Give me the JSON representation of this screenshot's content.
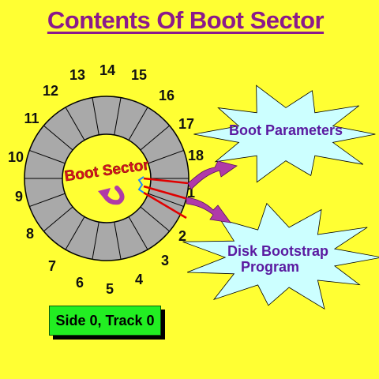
{
  "title": "Contents Of Boot Sector",
  "disk": {
    "center_label": "Boot Sector",
    "sector_numbers": [
      "1",
      "2",
      "3",
      "4",
      "5",
      "6",
      "7",
      "8",
      "9",
      "10",
      "11",
      "12",
      "13",
      "14",
      "15",
      "16",
      "17",
      "18"
    ],
    "track_label": "Side 0, Track 0"
  },
  "callouts": {
    "parameters": "Boot Parameters",
    "bootstrap_line1": "Disk Bootstrap",
    "bootstrap_line2": "Program"
  },
  "colors": {
    "background": "#FFFF33",
    "title": "#8B1A8B",
    "ring": "#A9A9A9",
    "starburst": "#CCFFFF",
    "callout_text": "#5A1AA0",
    "center_text": "#D81020",
    "track_box": "#22EE22",
    "arrow": "#B03AA8"
  }
}
